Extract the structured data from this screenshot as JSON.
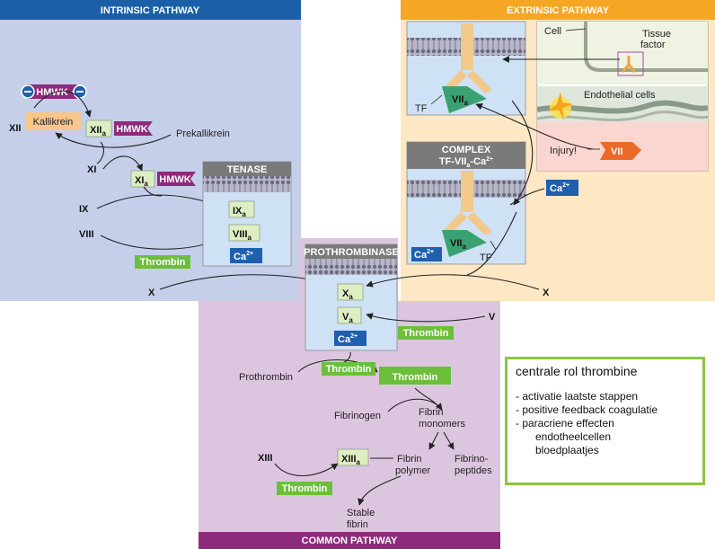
{
  "panels": {
    "intrinsic": {
      "title": "INTRINSIC PATHWAY"
    },
    "extrinsic": {
      "title": "EXTRINSIC PATHWAY"
    },
    "common": {
      "title": "COMMON PATHWAY"
    }
  },
  "intrinsic": {
    "hmwk": "HMWK",
    "xii": "XII",
    "kallikrein": "Kallikrein",
    "xiia": "XII",
    "xiia_sub": "a",
    "hmwk2": "HMWK",
    "prekallikrein": "Prekallikrein",
    "xi": "XI",
    "xia": "XI",
    "xia_sub": "a",
    "hmwk3": "HMWK",
    "ix": "IX",
    "viii": "VIII",
    "thrombin": "Thrombin",
    "x_left": "X"
  },
  "tenase": {
    "title": "TENASE",
    "ixa": "IX",
    "ixa_sub": "a",
    "viiia": "VIII",
    "viiia_sub": "a",
    "ca": "Ca",
    "ca_sup": "2+"
  },
  "extrinsic": {
    "tf1": "TF",
    "viia1": "VII",
    "viia1_sub": "a",
    "cell": "Cell",
    "tissue": "Tissue",
    "factor": "factor",
    "endothelial": "Endothelial cells",
    "injury": "Injury!",
    "vii": "VII",
    "complex_line1": "COMPLEX",
    "complex_line2": "TF-VII",
    "complex_sub": "a",
    "complex_line2b": "-Ca",
    "complex_sup": "2+",
    "viia2": "VII",
    "viia2_sub": "a",
    "ca": "Ca",
    "ca_sup": "2+",
    "tf2": "TF",
    "ca_right": "Ca",
    "ca_right_sup": "2+",
    "x_right": "X"
  },
  "prothrombinase": {
    "title": "PROTHROMBINASE",
    "xa": "X",
    "xa_sub": "a",
    "va": "V",
    "va_sub": "a",
    "ca": "Ca",
    "ca_sup": "2+"
  },
  "common": {
    "v": "V",
    "thrombin_small": "Thrombin",
    "prothrombin": "Prothrombin",
    "thrombin_tag": "Thrombin",
    "thrombin_big": "Thrombin",
    "fibrinogen": "Fibrinogen",
    "fibrin": "Fibrin",
    "monomers": "monomers",
    "xiii": "XIII",
    "xiiia": "XIII",
    "xiiia_sub": "a",
    "thrombin_xiii": "Thrombin",
    "fibrin_polymer1": "Fibrin",
    "fibrin_polymer2": "polymer",
    "fibrino1": "Fibrino-",
    "fibrino2": "peptides",
    "stable1": "Stable",
    "stable2": "fibrin"
  },
  "note": {
    "title": "centrale rol thrombine",
    "items": [
      "- activatie laatste stappen",
      "- positive feedback coagulatie",
      "- paracriene effecten"
    ],
    "subitems": [
      "endotheelcellen",
      "bloedplaatjes"
    ]
  },
  "colors": {
    "intrinsic_bg": "#c5cfe9",
    "intrinsic_header": "#1b5fa8",
    "extrinsic_bg": "#fde7c4",
    "extrinsic_header": "#f5a623",
    "common_bg": "#dcc6df",
    "common_header": "#8e2a7b",
    "factor_box": "#ddeec3",
    "thrombin_green": "#6bbf3a",
    "hmwk_purple": "#8e2a7b",
    "ca_blue": "#1f5fae",
    "note_border": "#8dc63f"
  }
}
